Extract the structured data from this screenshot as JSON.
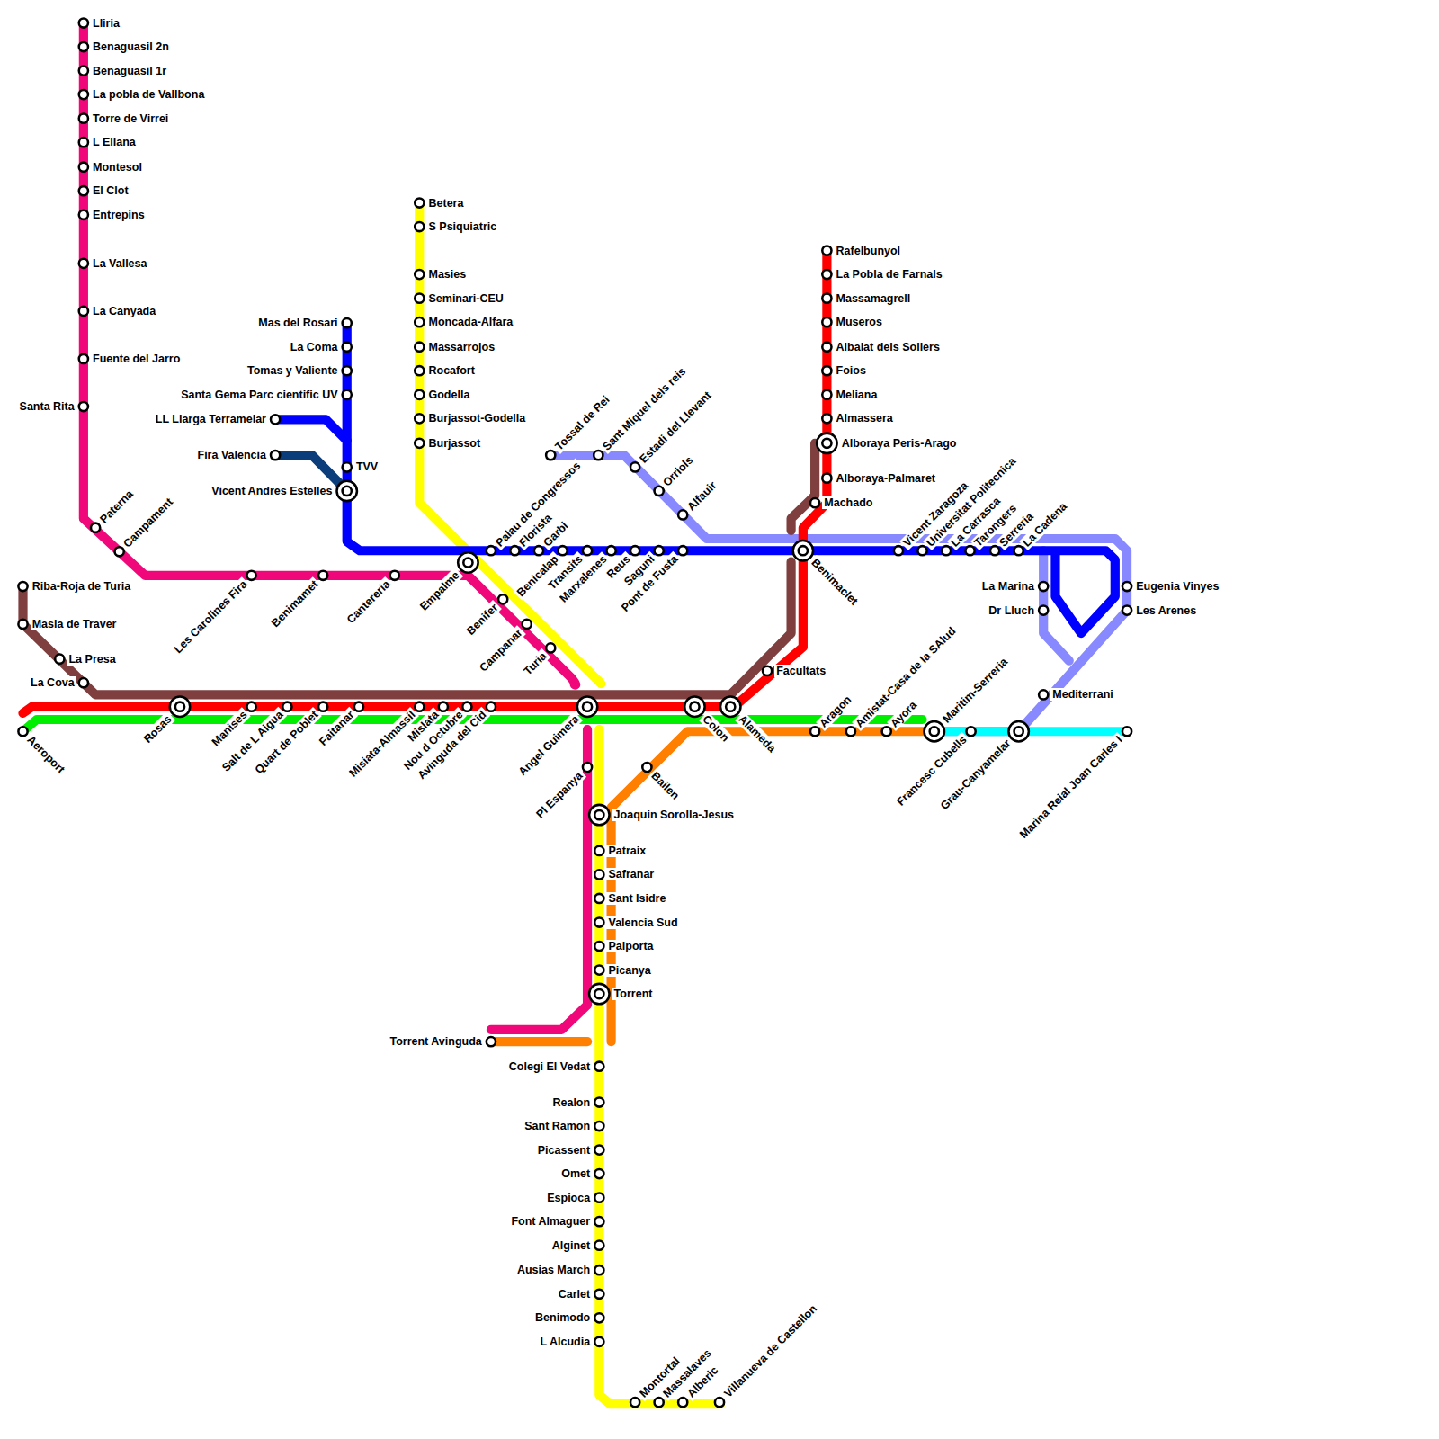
{
  "diagram": {
    "labels": [
      "Lliria",
      "Benaguasil 2n",
      "Benaguasil 1r",
      "La pobla de Vallbona",
      "Torre de Virrei",
      "L Eliana",
      "Montesol",
      "El Clot",
      "Entrepins",
      "La Vallesa",
      "La Canyada",
      "Fuente del Jarro",
      "Santa Rita",
      "Paterna",
      "Campament",
      "Les Carolines Fira",
      "Benimamet",
      "Cantereria",
      "Empalme",
      "Benifer",
      "Campanar",
      "Turia",
      "Betera",
      "S Psiquiatric",
      "Masies",
      "Seminari-CEU",
      "Moncada-Alfara",
      "Massarrojos",
      "Rocafort",
      "Godella",
      "Burjassot-Godella",
      "Burjassot",
      "Mas del Rosari",
      "La Coma",
      "Tomas y Valiente",
      "Santa Gema Parc cientific UV",
      "LL Llarga Terramelar",
      "Fira Valencia",
      "TVV",
      "Vicent Andres Estelles",
      "Palau de Congressos",
      "Florista",
      "Garbi",
      "Benicalap",
      "Transits",
      "Marxalenes",
      "Reus",
      "Saguni",
      "Pont de Fusta",
      "Tossal de Rei",
      "Sant Miquel dels reis",
      "Estadi del Llevant",
      "Orriols",
      "Alfauir",
      "Rafelbunyol",
      "La Pobla de Farnals",
      "Massamagrell",
      "Museros",
      "Albalat dels Sollers",
      "Foios",
      "Meliana",
      "Almassera",
      "Alboraya Peris-Arago",
      "Alboraya-Palmaret",
      "Machado",
      "Benimaclet",
      "Facultats",
      "Vicent Zaragoza",
      "Universitat Politecnica",
      "La Carrasca",
      "Tarongers",
      "Serreria",
      "La Cadena",
      "La Marina",
      "Dr Lluch",
      "Eugenia Vinyes",
      "Les Arenes",
      "Mediterrani",
      "Riba-Roja de Turia",
      "Masia de Traver",
      "La Presa",
      "La Cova",
      "Aeroport",
      "Rosas",
      "Manises",
      "Salt de L Aigua",
      "Quart de Poblet",
      "Faitanar",
      "Misiata-Almassil",
      "Mislata",
      "Nou d Octubre",
      "Avinguda del Cid",
      "Angel Guimera",
      "Colon",
      "Alameda",
      "Aragon",
      "Amistat-Casa de la SAlud",
      "Ayora",
      "Maritim-Serreria",
      "Francesc Cubells",
      "Grau-Canyamelar",
      "Marina Reial Joan Carles I",
      "Pl Espanya",
      "Bailen",
      "Joaquin Sorolla-Jesus",
      "Patraix",
      "Safranar",
      "Sant Isidre",
      "Valencia Sud",
      "Paiporta",
      "Picanya",
      "Torrent",
      "Torrent Avinguda",
      "Colegi El Vedat",
      "Realon",
      "Sant Ramon",
      "Picassent",
      "Omet",
      "Espioca",
      "Font Almaguer",
      "Alginet",
      "Ausias March",
      "Carlet",
      "Benimodo",
      "L Alcudia",
      "Montortal",
      "Massalaves",
      "Alberic",
      "Villanueva de Castellon"
    ]
  }
}
